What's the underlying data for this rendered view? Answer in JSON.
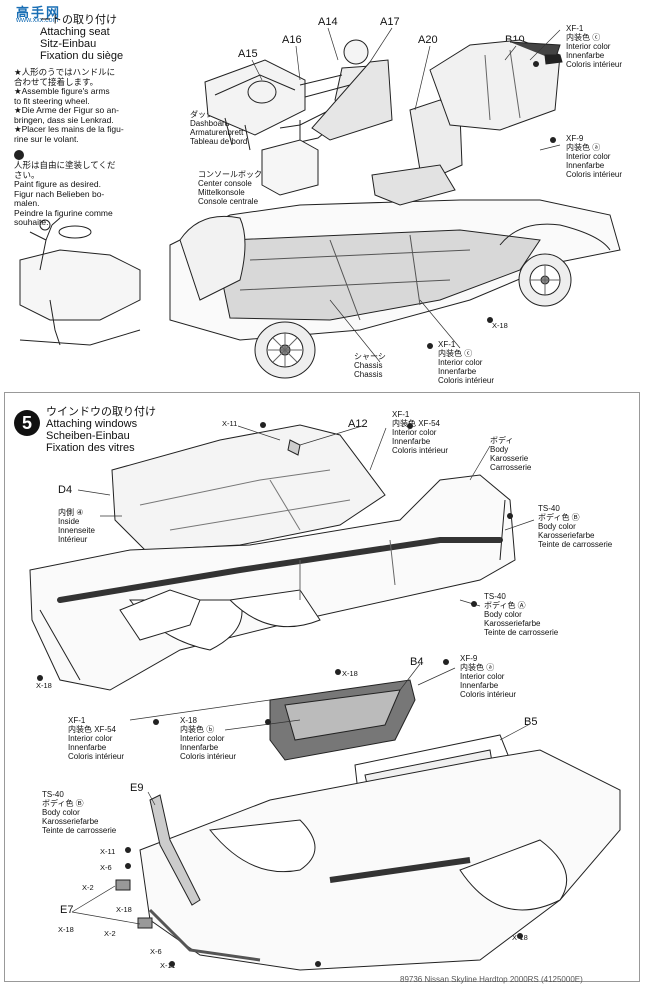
{
  "site_logo": {
    "main": "高手网",
    "sub": "www.xxx.com"
  },
  "step4": {
    "title_jp": "ートの取り付け",
    "title_en": "Attaching seat",
    "title_de": "Sitz-Einbau",
    "title_fr": "Fixation du siège",
    "note1": [
      "★人形のうではハンドルに",
      "合わせて接着します。",
      "★Assemble figure's arms",
      "to fit steering wheel.",
      "★Die Arme der Figur so an-",
      "bringen, dass sie Lenkrad.",
      "★Placer les mains de la figu-",
      "rine sur le volant."
    ],
    "note2": [
      "人形は自由に塗装してくだ",
      "さい。",
      "Paint figure as desired.",
      "Figur nach Belieben bo-",
      "malen.",
      "Peindre la figurine comme",
      "souhaite."
    ],
    "parts": {
      "a14": "A14",
      "a17": "A17",
      "a16": "A16",
      "a15": "A15",
      "a20": "A20",
      "b10": "B10"
    },
    "dashboard": [
      "ダッシュボード",
      "Dashboard",
      "Armaturenbrett",
      "Tableau de bord"
    ],
    "console": [
      "コンソールボックス",
      "Center console",
      "Mittelkonsole",
      "Console centrale"
    ],
    "chassis": [
      "シャーシ",
      "Chassis",
      "Chassis"
    ],
    "xf1_top": [
      "XF-1",
      "内装色 ⓒ",
      "Interior color",
      "Innenfarbe",
      "Coloris intérieur"
    ],
    "xf9": [
      "XF-9",
      "内装色 ⓐ",
      "Interior color",
      "Innenfarbe",
      "Coloris intérieur"
    ],
    "xf1_bottom": [
      "XF-1",
      "内装色 ⓒ",
      "Interior color",
      "Innenfarbe",
      "Coloris intérieur"
    ],
    "x18": "X-18"
  },
  "step5": {
    "number": "5",
    "title_jp": "ウインドウの取り付け",
    "title_en": "Attaching windows",
    "title_de": "Scheiben-Einbau",
    "title_fr": "Fixation des vitres",
    "parts": {
      "a12": "A12",
      "d4": "D4",
      "b4": "B4",
      "b5": "B5",
      "e9": "E9",
      "e7": "E7"
    },
    "inside": [
      "内側 ④",
      "Inside",
      "Innenseite",
      "Intérieur"
    ],
    "xf1_xf54_top": [
      "XF-1",
      "内装色 XF-54",
      "Interior color",
      "Innenfarbe",
      "Coloris intérieur"
    ],
    "body": [
      "ボディ",
      "Body",
      "Karosserie",
      "Carrosserie"
    ],
    "ts40_b_top": [
      "TS-40",
      "ボディ色 Ⓑ",
      "Body color",
      "Karosseriefarbe",
      "Teinte de carrosserie"
    ],
    "ts40_a": [
      "TS-40",
      "ボディ色 Ⓐ",
      "Body color",
      "Karosseriefarbe",
      "Teinte de carrosserie"
    ],
    "xf9": [
      "XF-9",
      "内装色 ⓐ",
      "Interior color",
      "Innenfarbe",
      "Coloris intérieur"
    ],
    "xf1_xf54_left": [
      "XF-1",
      "内装色 XF-54",
      "Interior color",
      "Innenfarbe",
      "Coloris intérieur"
    ],
    "x18_b": [
      "X-18",
      "内装色 ⓑ",
      "Interior color",
      "Innenfarbe",
      "Coloris intérieur"
    ],
    "ts40_b_left": [
      "TS-40",
      "ボディ色 Ⓑ",
      "Body color",
      "Karosseriefarbe",
      "Teinte de carrosserie"
    ],
    "callouts": {
      "x11": "X-11",
      "x18": "X-18",
      "x6": "X-6",
      "x2": "X-2"
    }
  },
  "footer": "89736 Nissan Skyline Hardtop 2000RS (4125000E)"
}
